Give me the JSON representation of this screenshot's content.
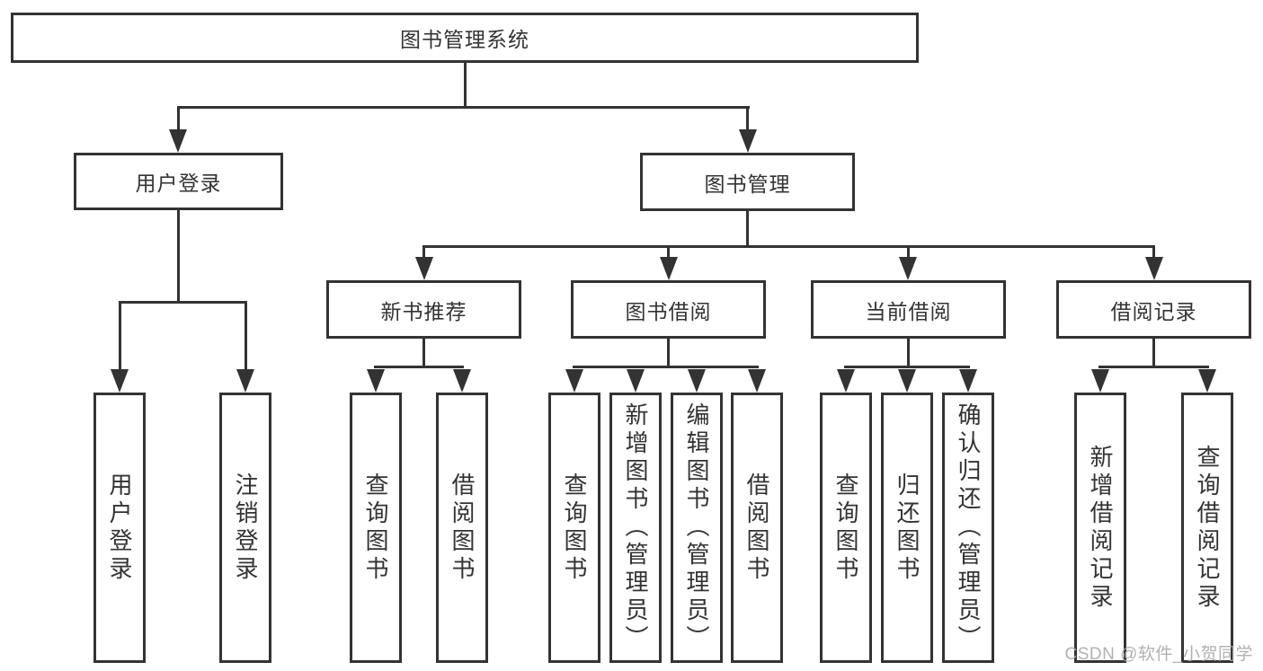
{
  "root": {
    "label": "图书管理系统"
  },
  "branches": {
    "user_login": {
      "label": "用户登录",
      "children": [
        "用户登录",
        "注销登录"
      ]
    },
    "book_mgmt": {
      "label": "图书管理"
    }
  },
  "modules": {
    "new_books": {
      "label": "新书推荐",
      "children": [
        "查询图书",
        "借阅图书"
      ]
    },
    "book_borrow": {
      "label": "图书借阅",
      "children": [
        "查询图书",
        "新增图书（管理员）",
        "编辑图书（管理员）",
        "借阅图书"
      ]
    },
    "current_borrow": {
      "label": "当前借阅",
      "children": [
        "查询图书",
        "归还图书",
        "确认归还（管理员）"
      ]
    },
    "borrow_records": {
      "label": "借阅记录",
      "children": [
        "新增借阅记录",
        "查询借阅记录"
      ]
    }
  },
  "watermark": "CSDN @软件_小贺同学",
  "colors": {
    "line": "#333333",
    "text": "#333333",
    "box_background": "#ffffff",
    "page_background": "#ffffff",
    "watermark": "#a8a8a8"
  }
}
